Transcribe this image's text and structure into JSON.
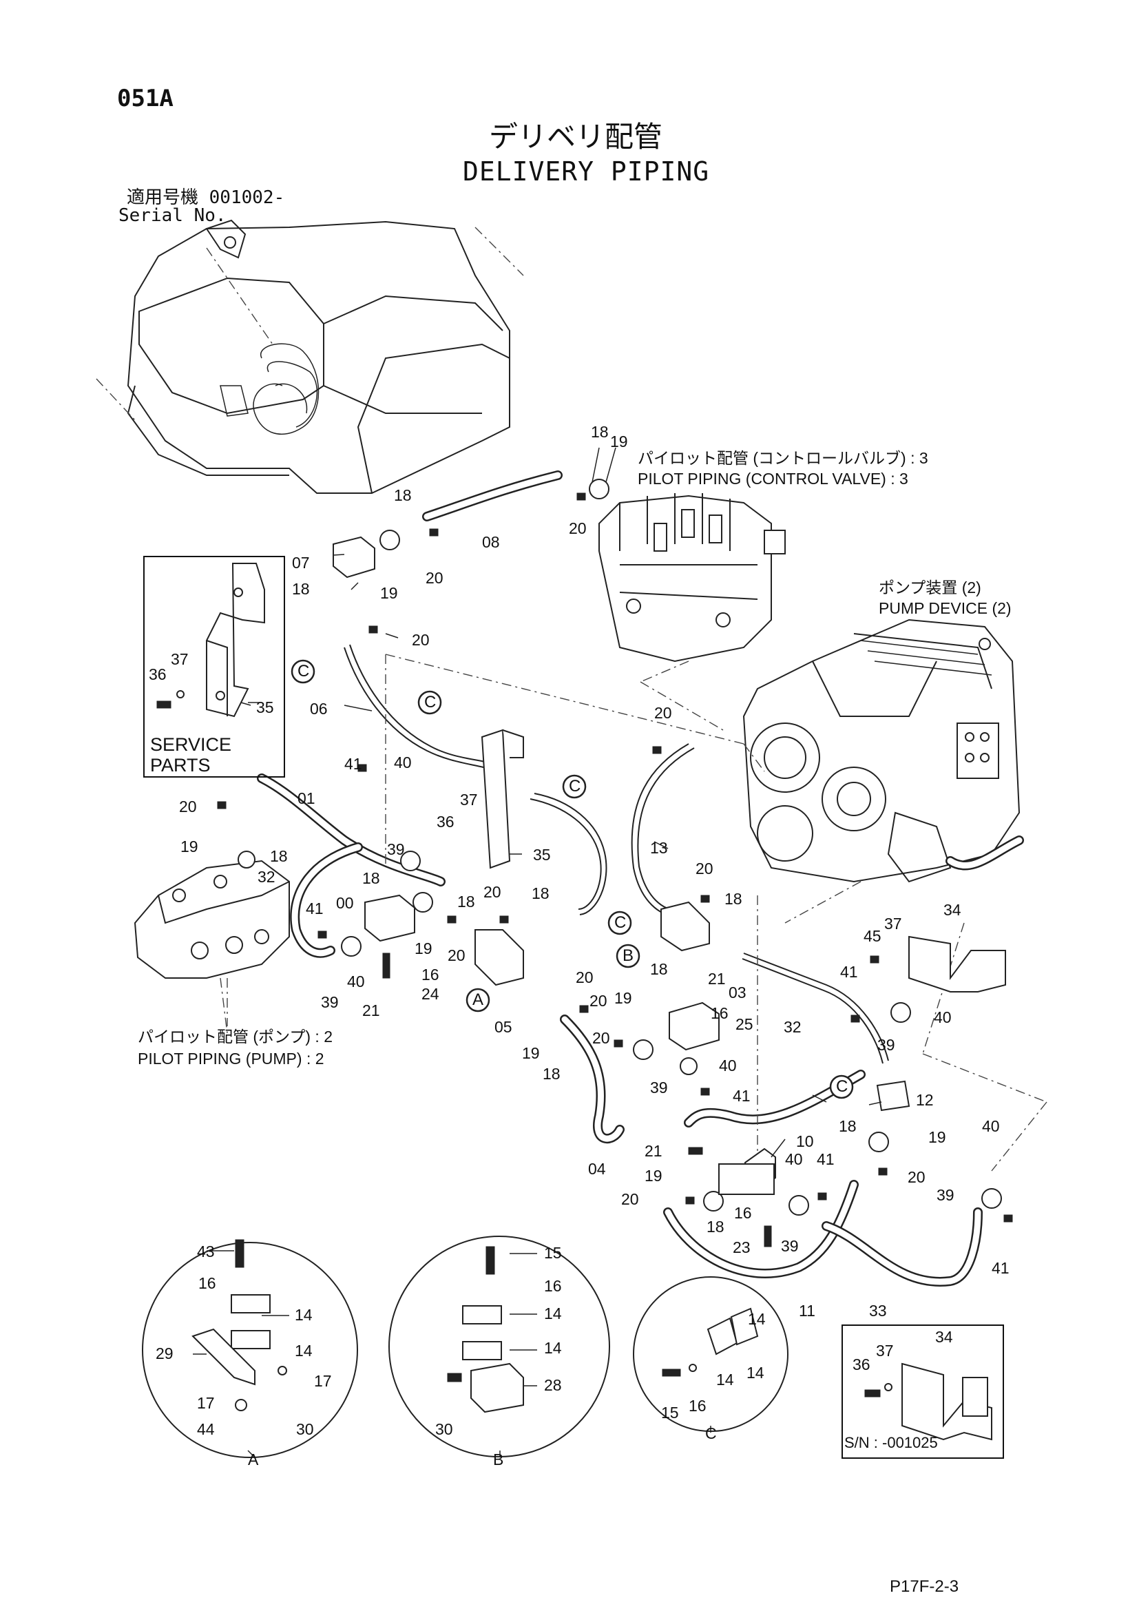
{
  "page_code": "051A",
  "title_jp": "デリベリ配管",
  "title_en": "DELIVERY PIPING",
  "serial_jp": "適用号機  001002-",
  "serial_en": "Serial No.",
  "captions": {
    "pilot_cv_jp": "パイロット配管 (コントロールバルブ) : 3",
    "pilot_cv_en": "PILOT PIPING (CONTROL VALVE) : 3",
    "pump_jp": "ポンプ装置 (2)",
    "pump_en": "PUMP DEVICE (2)",
    "pilot_pump_jp": "パイロット配管 (ポンプ) : 2",
    "pilot_pump_en": "PILOT PIPING (PUMP) : 2"
  },
  "service_parts": {
    "line1": "SERVICE",
    "line2": "PARTS"
  },
  "sn_box": {
    "text": "S/N : -001025"
  },
  "detail_labels": {
    "a": "A",
    "b": "B",
    "c": "C"
  },
  "callouts": [
    "C",
    "C",
    "C",
    "C",
    "C",
    "B",
    "A"
  ],
  "parts": [
    "18",
    "19",
    "20",
    "18",
    "08",
    "07",
    "18",
    "19",
    "20",
    "20",
    "36",
    "37",
    "35",
    "06",
    "41",
    "40",
    "01",
    "20",
    "19",
    "18",
    "32",
    "39",
    "36",
    "37",
    "35",
    "18",
    "00",
    "18",
    "20",
    "19",
    "20",
    "41",
    "40",
    "39",
    "21",
    "16",
    "24",
    "05",
    "18",
    "20",
    "20",
    "19",
    "18",
    "20",
    "13",
    "20",
    "18",
    "18",
    "21",
    "03",
    "16",
    "25",
    "19",
    "20",
    "40",
    "39",
    "41",
    "04",
    "32",
    "45",
    "37",
    "34",
    "41",
    "40",
    "39",
    "12",
    "18",
    "19",
    "20",
    "21",
    "10",
    "40",
    "41",
    "19",
    "20",
    "16",
    "18",
    "23",
    "39",
    "40",
    "39",
    "41",
    "11",
    "33",
    "43",
    "16",
    "14",
    "29",
    "14",
    "17",
    "17",
    "44",
    "30",
    "15",
    "16",
    "14",
    "14",
    "28",
    "30",
    "14",
    "14",
    "15",
    "16",
    "14",
    "36",
    "37",
    "34"
  ],
  "footer": "P17F-2-3"
}
